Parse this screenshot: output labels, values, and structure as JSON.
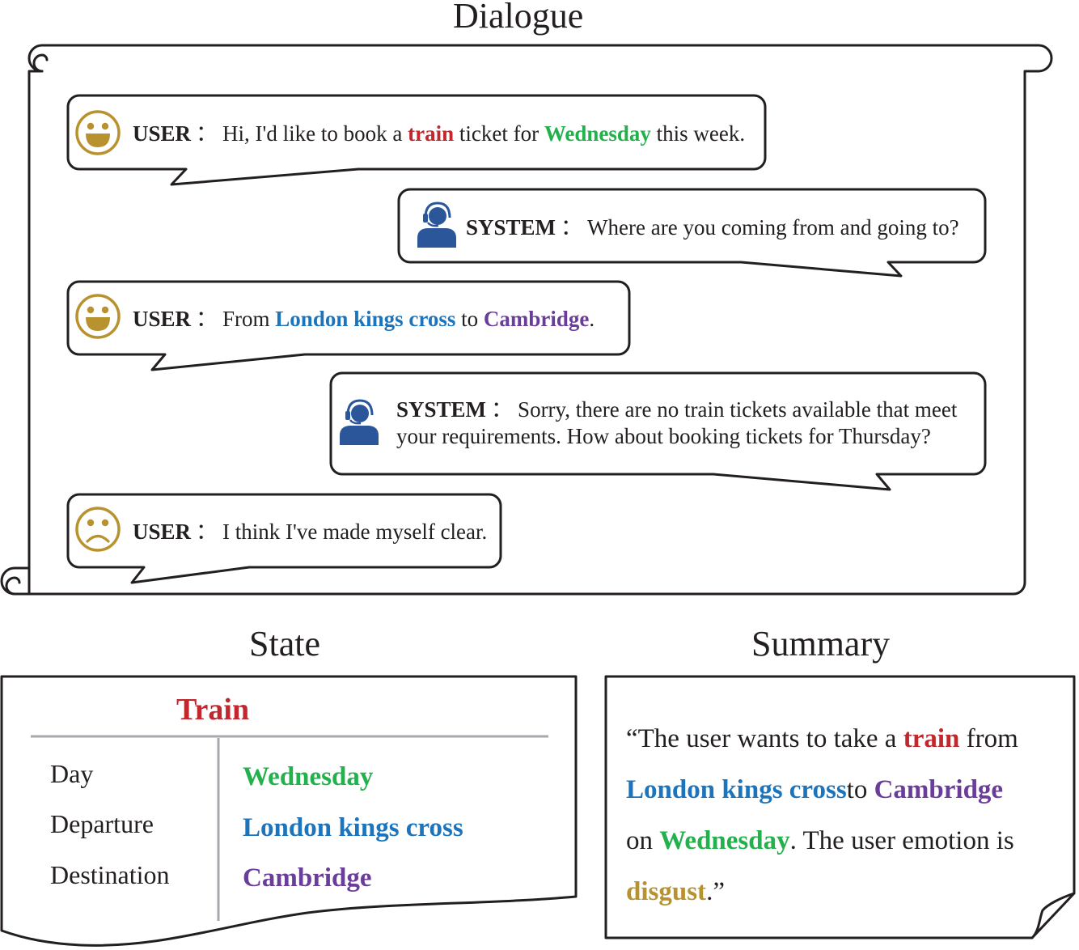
{
  "sections": {
    "dialogue_title": "Dialogue",
    "state_title": "State",
    "summary_title": "Summary"
  },
  "dialogue": [
    {
      "speaker": "USER",
      "icon": "happy-face-icon",
      "sep": "：",
      "lines": [
        [
          {
            "t": "Hi, I'd like to book a "
          },
          {
            "t": "train",
            "c": "red"
          },
          {
            "t": " ticket for "
          },
          {
            "t": "Wednesday",
            "c": "green"
          },
          {
            "t": " this week."
          }
        ]
      ]
    },
    {
      "speaker": "SYSTEM",
      "icon": "agent-headset-icon",
      "sep": "：",
      "lines": [
        [
          {
            "t": "Where are you coming from and going to?"
          }
        ]
      ]
    },
    {
      "speaker": "USER",
      "icon": "happy-face-icon",
      "sep": "：",
      "lines": [
        [
          {
            "t": "From "
          },
          {
            "t": "London kings cross",
            "c": "blue"
          },
          {
            "t": " to "
          },
          {
            "t": "Cambridge",
            "c": "purple"
          },
          {
            "t": "."
          }
        ]
      ]
    },
    {
      "speaker": "SYSTEM",
      "icon": "agent-headset-icon",
      "sep": "：",
      "lines": [
        [
          {
            "t": "Sorry, there are no train tickets available that meet"
          }
        ],
        [
          {
            "t": "your requirements. How about booking tickets for Thursday?"
          }
        ]
      ]
    },
    {
      "speaker": "USER",
      "icon": "sad-face-icon",
      "sep": "：",
      "lines": [
        [
          {
            "t": "I think I've made myself clear."
          }
        ]
      ]
    }
  ],
  "state": {
    "domain": "Train",
    "slots": [
      {
        "name": "Day",
        "value": "Wednesday",
        "color": "green"
      },
      {
        "name": "Departure",
        "value": "London kings cross",
        "color": "blue"
      },
      {
        "name": "Destination",
        "value": "Cambridge",
        "color": "purple"
      }
    ]
  },
  "summary": {
    "lines": [
      [
        {
          "t": "“The user wants to take a "
        },
        {
          "t": "train",
          "c": "red"
        },
        {
          "t": " from"
        }
      ],
      [
        {
          "t": "London kings cross",
          "c": "blue"
        },
        {
          "t": "to  "
        },
        {
          "t": "Cambridge",
          "c": "purple"
        }
      ],
      [
        {
          "t": "on "
        },
        {
          "t": "Wednesday",
          "c": "green"
        },
        {
          "t": ". The user emotion is"
        }
      ],
      [
        {
          "t": "disgust",
          "c": "gold"
        },
        {
          "t": ".”"
        }
      ]
    ]
  },
  "colors": {
    "red": "#c1272d",
    "green": "#22b14c",
    "blue": "#1c75bc",
    "purple": "#6a3d9a",
    "gold": "#b8922e",
    "agent_blue": "#2b579a",
    "ink": "#231f20",
    "divider": "#a7a9ac"
  }
}
